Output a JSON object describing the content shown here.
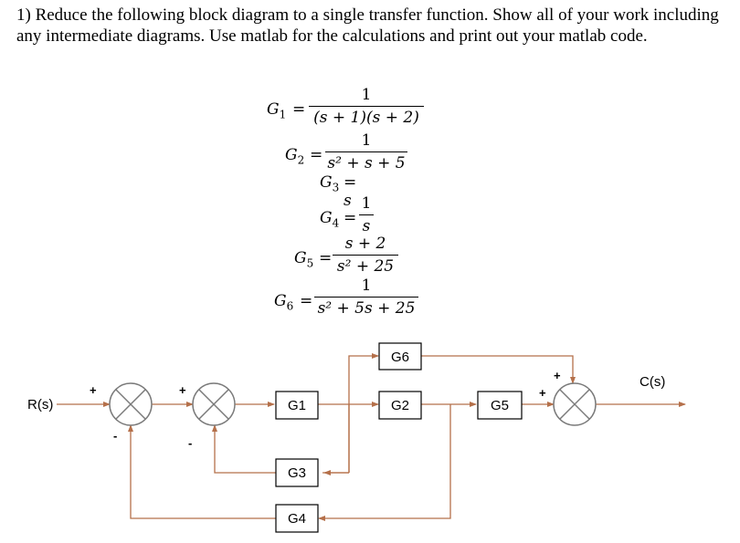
{
  "problem": {
    "text": "1) Reduce the following block diagram to a single transfer function.  Show all of your work including any intermediate diagrams.  Use matlab for the calculations and print out your matlab code."
  },
  "equations": {
    "g1": {
      "name": "G",
      "sub": "1",
      "num": "1",
      "den": "(s + 1)(s + 2)"
    },
    "g2": {
      "name": "G",
      "sub": "2",
      "num": "1",
      "den": "s² + s + 5"
    },
    "g3": {
      "name": "G",
      "sub": "3",
      "rhs": "= s"
    },
    "g4": {
      "name": "G",
      "sub": "4",
      "num": "1",
      "den": "s"
    },
    "g5": {
      "name": "G",
      "sub": "5",
      "num": "s + 2",
      "den": "s² + 25"
    },
    "g6": {
      "name": "G",
      "sub": "6",
      "num": "1",
      "den": "s² + 5s + 25"
    }
  },
  "diagram": {
    "input_label": "R(s)",
    "output_label": "C(s)",
    "blocks": {
      "g1": "G1",
      "g2": "G2",
      "g3": "G3",
      "g4": "G4",
      "g5": "G5",
      "g6": "G6"
    },
    "signs": {
      "sum1_top": "+",
      "sum1_bottom": "-",
      "sum2_top": "+",
      "sum2_bottom": "-",
      "sum3_top": "+",
      "sum3_left": "+"
    },
    "line_color": "#b5704a"
  }
}
